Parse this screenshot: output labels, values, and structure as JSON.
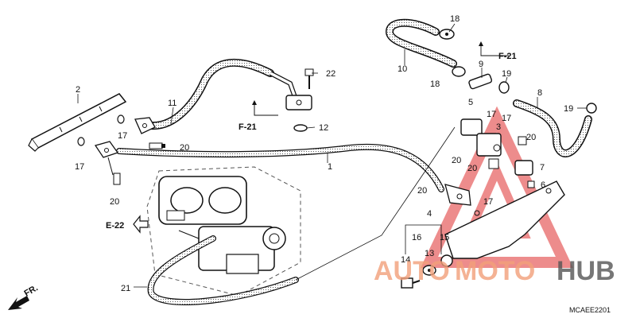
{
  "diagram": {
    "code": "MCAEE2201",
    "watermark": {
      "part1": "AUTO",
      "part2": "MOTO",
      "part3": "HUB",
      "color1": "#f2a07a",
      "color2": "#f2a07a",
      "color3": "#555555"
    },
    "refs": {
      "f21a": "F-21",
      "f21b": "F-21",
      "e22": "E-22",
      "fr": "FR."
    },
    "labels": {
      "l1": "1",
      "l2": "2",
      "l3": "3",
      "l4": "4",
      "l5": "5",
      "l6": "6",
      "l7": "7",
      "l8": "8",
      "l9": "9",
      "l10": "10",
      "l11": "11",
      "l12": "12",
      "l13": "13",
      "l14": "14",
      "l15": "15",
      "l16": "16",
      "l17a": "17",
      "l17b": "17",
      "l17c": "17",
      "l17d": "17",
      "l17e": "17",
      "l18a": "18",
      "l18b": "18",
      "l19a": "19",
      "l19b": "19",
      "l20a": "20",
      "l20b": "20",
      "l20c": "20",
      "l20d": "20",
      "l20e": "20",
      "l20f": "20",
      "l21": "21",
      "l22": "22"
    }
  }
}
